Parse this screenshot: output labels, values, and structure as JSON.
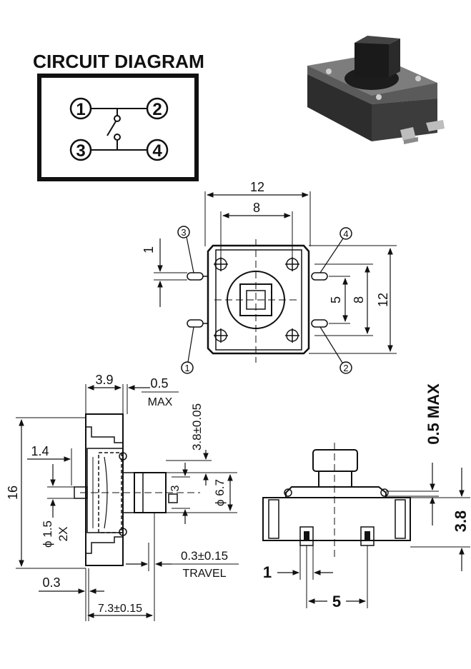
{
  "circuit": {
    "title": "CIRCUIT DIAGRAM",
    "pins": [
      "1",
      "2",
      "3",
      "4"
    ]
  },
  "top_view": {
    "dims": {
      "width_outer": "12",
      "width_inner": "8",
      "height_outer": "12",
      "height_inner": "8",
      "pin_gap": "5",
      "pin_offset": "1"
    },
    "pins": [
      "1",
      "2",
      "3",
      "4"
    ]
  },
  "side_view": {
    "dims": {
      "depth": "3.9",
      "max_top": "0.5",
      "max_label": "MAX",
      "actuator_height": "3.8±0.05",
      "height": "16",
      "offset": "1.4",
      "hole_diameter": "ϕ 1.5",
      "hole_count": "2X",
      "actuator_diameter": "ϕ 6.7",
      "actuator_square": "3",
      "lead": "0.3",
      "total": "7.3±0.15",
      "travel_value": "0.3±0.15",
      "travel_label": "TRAVEL"
    }
  },
  "front_view": {
    "dims": {
      "top_max": "0.5 MAX",
      "height": "3.8",
      "pin_width": "1",
      "pin_pitch": "5"
    }
  },
  "colors": {
    "ink": "#111111",
    "photo_body": "#3a3a3a",
    "photo_top": "#8a8a8a",
    "photo_metal": "#bdbdbd"
  }
}
